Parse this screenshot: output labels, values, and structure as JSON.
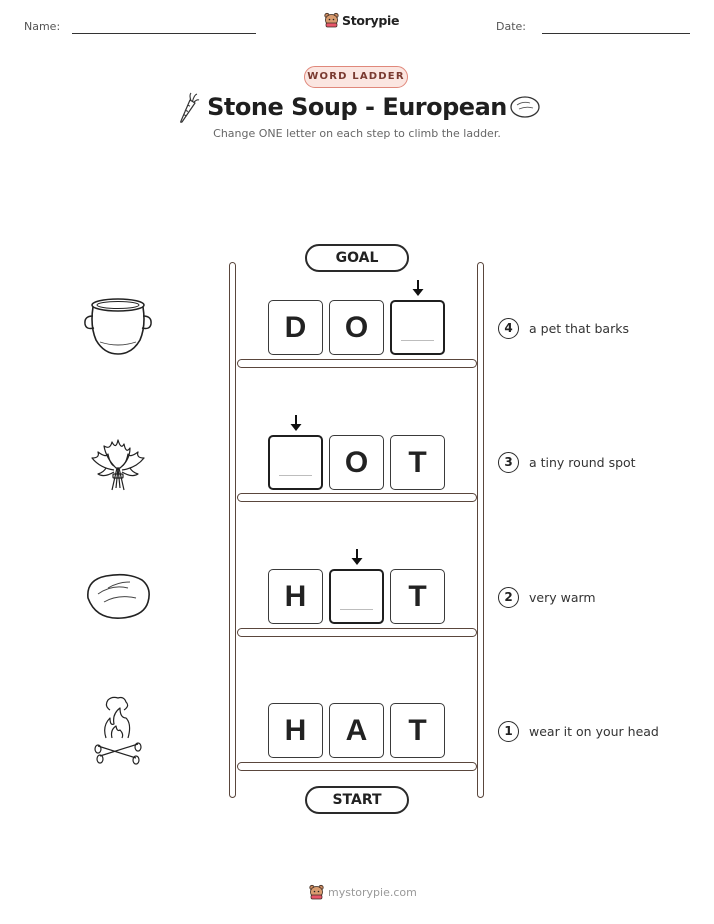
{
  "header": {
    "name_label": "Name:",
    "date_label": "Date:",
    "brand": "Storypie"
  },
  "badge": "WORD LADDER",
  "title": "Stone Soup - European",
  "subtitle": "Change ONE letter on each step to climb the ladder.",
  "goal_label": "GOAL",
  "start_label": "START",
  "rows": [
    {
      "step": "4",
      "clue": "a pet that barks",
      "letters": [
        "D",
        "O",
        ""
      ],
      "icon": "pot-icon"
    },
    {
      "step": "3",
      "clue": "a tiny round spot",
      "letters": [
        "",
        "O",
        "T"
      ],
      "icon": "herb-bunch-icon"
    },
    {
      "step": "2",
      "clue": "very warm",
      "letters": [
        "H",
        "",
        "T"
      ],
      "icon": "stone-icon"
    },
    {
      "step": "1",
      "clue": "wear it on your head",
      "letters": [
        "H",
        "A",
        "T"
      ],
      "icon": "campfire-icon"
    }
  ],
  "footer": "mystorypie.com",
  "colors": {
    "ladder": "#5a463c",
    "badge_fill": "#fbe6e1",
    "badge_border": "#e0887b"
  }
}
